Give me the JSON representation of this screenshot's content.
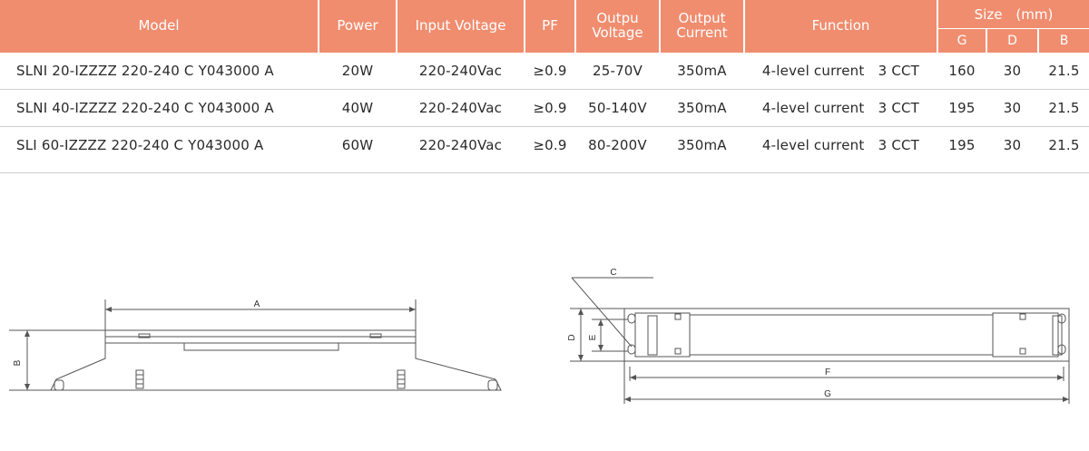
{
  "table": {
    "headers": {
      "model": "Model",
      "power": "Power",
      "input_voltage": "Input Voltage",
      "pf": "PF",
      "output_voltage_line1": "Outpu",
      "output_voltage_line2": "Voltage",
      "output_current_line1": "Output",
      "output_current_line2": "Current",
      "function": "Function",
      "size": "Size　(mm)",
      "size_g": "G",
      "size_d": "D",
      "size_b": "B"
    },
    "rows": [
      {
        "model": "SLNI 20-IZZZZ 220-240 C Y043000 A",
        "power": "20W",
        "input_voltage": "220-240Vac",
        "pf": "≥0.9",
        "output_voltage": "25-70V",
        "output_current": "350mA",
        "function": "4-level current 3 CCT",
        "g": "160",
        "d": "30",
        "b": "21.5"
      },
      {
        "model": "SLNI 40-IZZZZ 220-240 C Y043000 A",
        "power": "40W",
        "input_voltage": "220-240Vac",
        "pf": "≥0.9",
        "output_voltage": "50-140V",
        "output_current": "350mA",
        "function": "4-level current 3 CCT",
        "g": "195",
        "d": "30",
        "b": "21.5"
      },
      {
        "model": "SLI 60-IZZZZ 220-240 C Y043000 A",
        "power": "60W",
        "input_voltage": "220-240Vac",
        "pf": "≥0.9",
        "output_voltage": "80-200V",
        "output_current": "350mA",
        "function": "4-level current 3 CCT",
        "g": "195",
        "d": "30",
        "b": "21.5"
      }
    ]
  },
  "diagrams": {
    "side_view": {
      "label_length": "A",
      "label_height": "B"
    },
    "top_view": {
      "label_c": "C",
      "label_d": "D",
      "label_e": "E",
      "label_f": "F",
      "label_g": "G"
    }
  },
  "colors": {
    "header_bg": "#f08d6f",
    "header_text": "#ffffff",
    "divider": "#cfcfcf"
  }
}
